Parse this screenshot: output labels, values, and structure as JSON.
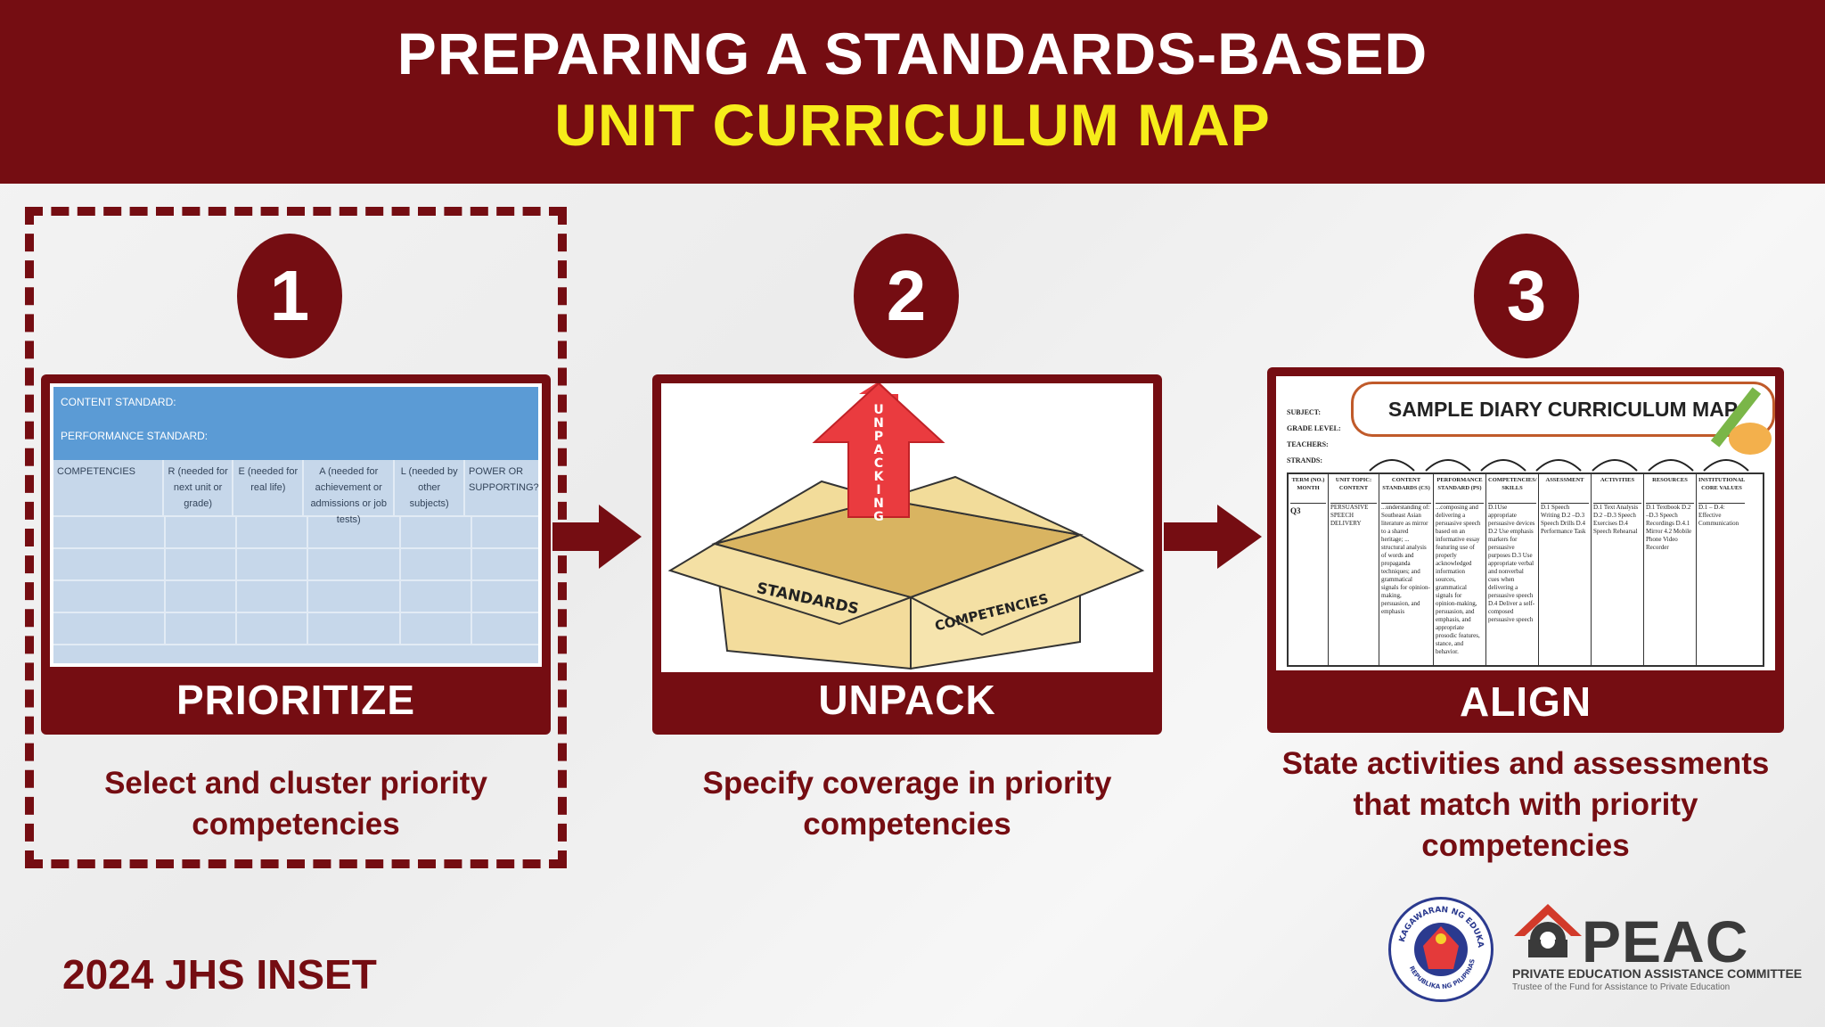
{
  "title": {
    "line1": "PREPARING A STANDARDS-BASED",
    "line2": "UNIT CURRICULUM MAP"
  },
  "steps": [
    {
      "number": "1",
      "label": "PRIORITIZE",
      "desc_line1": "Select and cluster priority",
      "desc_line2": "competencies"
    },
    {
      "number": "2",
      "label": "UNPACK",
      "desc_line1": "Specify coverage in priority",
      "desc_line2": "competencies"
    },
    {
      "number": "3",
      "label": "ALIGN",
      "desc_line1": "State activities and assessments",
      "desc_line2": "that match with priority",
      "desc_line3": "competencies"
    }
  ],
  "prioritize_table": {
    "content_standard": "CONTENT STANDARD:",
    "performance_standard": "PERFORMANCE STANDARD:",
    "columns": [
      "COMPETENCIES",
      "R (needed for next unit or grade)",
      "E (needed for real life)",
      "A (needed for achievement or admissions or job tests)",
      "L (needed by other subjects)",
      "POWER OR SUPPORTING?"
    ]
  },
  "unpack_image": {
    "arrow_text": "UNPACKING",
    "box_left": "STANDARDS",
    "box_right": "COMPETENCIES"
  },
  "align_map": {
    "title": "SAMPLE DIARY CURRICULUM MAP",
    "meta": [
      "SUBJECT:",
      "GRADE LEVEL:",
      "TEACHERS:",
      "STRANDS:"
    ],
    "columns": [
      "TERM (NO.) MONTH",
      "UNIT TOPIC: CONTENT",
      "CONTENT STANDARDS (CS)",
      "PERFORMANCE STANDARD (PS)",
      "COMPETENCIES/ SKILLS",
      "ASSESSMENT",
      "ACTIVITIES",
      "RESOURCES",
      "INSTITUTIONAL CORE VALUES"
    ],
    "cells": [
      "Q3",
      "PERSUASIVE SPEECH DELIVERY",
      "...understanding of: Southeast Asian literature as mirror to a shared heritage; ... structural analysis of words and propaganda techniques; and grammatical signals for opinion-making, persuasion, and emphasis",
      "...composing and delivering a persuasive speech based on an informative essay featuring use of properly acknowledged information sources, grammatical signals for opinion-making, persuasion, and emphasis, and appropriate prosodic features, stance, and behavior.",
      "D.1Use appropriate persuasive devices D.2 Use emphasis markers for persuasive purposes D.3 Use appropriate verbal and nonverbal cues when delivering a persuasive speech D.4 Deliver a self-composed persuasive speech",
      "D.1 Speech Writing D.2 –D.3 Speech Drills D.4 Performance Task",
      "D.1 Text Analysis D.2 –D.3 Speech Exercises D.4 Speech Rehearsal",
      "D.1 Textbook D.2 –D.3 Speech Recordings D.4.1 Mirror 4.2 Mobile Phone Video Recorder",
      "D.1 – D.4: Effective Communication"
    ]
  },
  "footer": {
    "event": "2024 JHS INSET",
    "deped_seal_top": "KAGAWARAN NG EDUKASYON",
    "deped_seal_bottom": "REPUBLIKA NG PILIPINAS",
    "peac_name": "PEAC",
    "peac_full": "PRIVATE EDUCATION ASSISTANCE COMMITTEE",
    "peac_tagline": "Trustee of the Fund for Assistance to Private Education"
  },
  "colors": {
    "maroon": "#750d12",
    "yellow": "#f6ec1a",
    "table_blue": "#5b9bd5"
  }
}
